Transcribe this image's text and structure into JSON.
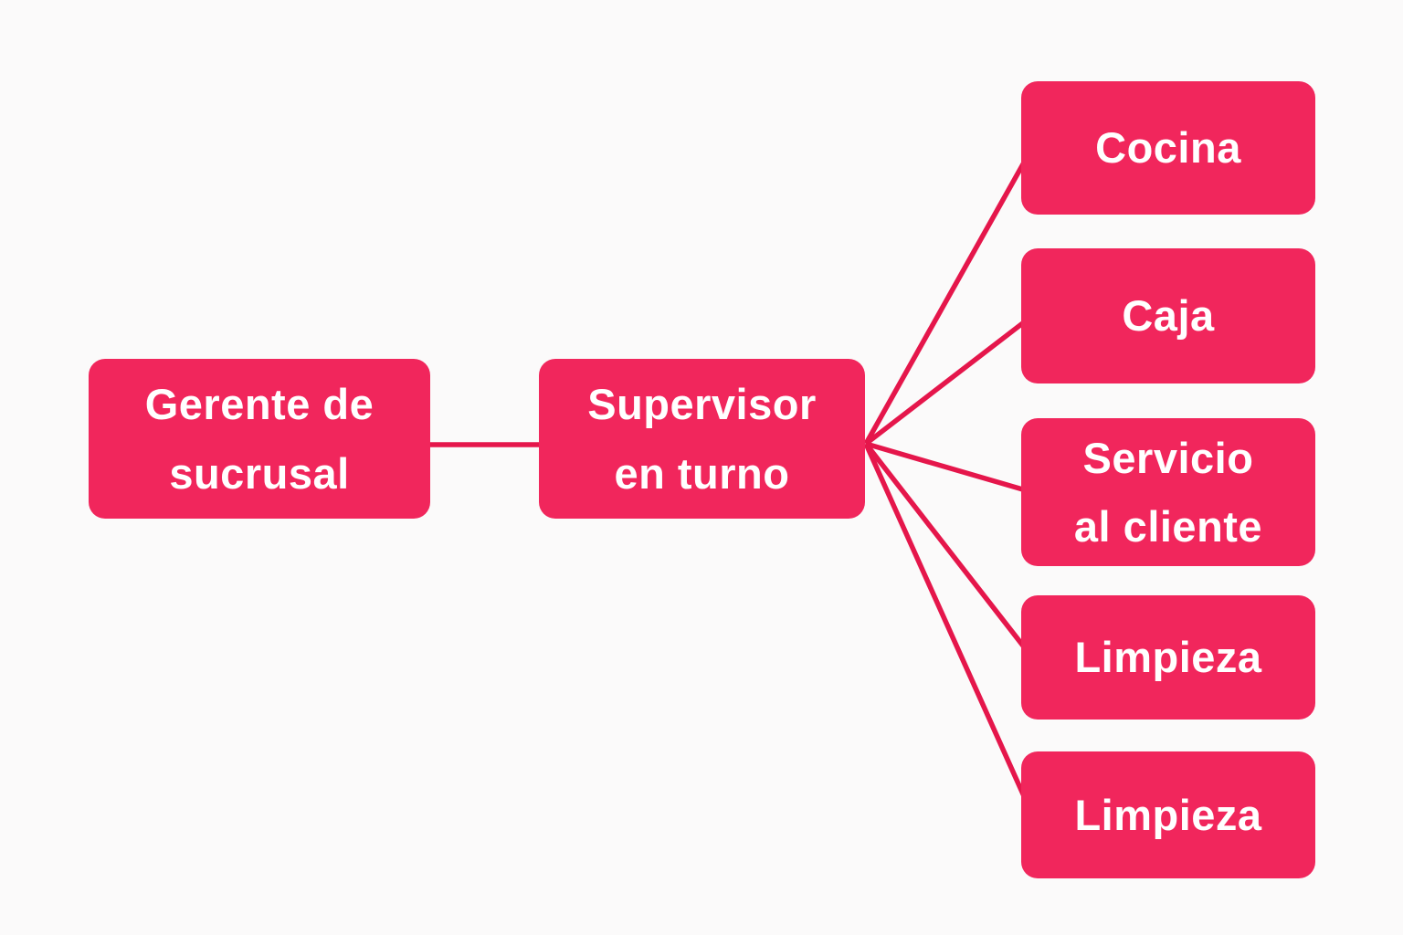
{
  "diagram": {
    "type": "org-chart",
    "colors": {
      "background": "#FBFAFA",
      "node_fill": "#F1265C",
      "connector": "#E5164B",
      "node_text": "#FFFFFF"
    },
    "nodes": [
      {
        "id": "gerente-de-sucrusal",
        "label": "Gerente de\nsucrusal"
      },
      {
        "id": "supervisor-en-turno",
        "label": "Supervisor\nen turno"
      },
      {
        "id": "cocina",
        "label": "Cocina"
      },
      {
        "id": "caja",
        "label": "Caja"
      },
      {
        "id": "servicio-al-cliente",
        "label": "Servicio\nal cliente"
      },
      {
        "id": "limpieza-1",
        "label": "Limpieza"
      },
      {
        "id": "limpieza-2",
        "label": "Limpieza"
      }
    ],
    "edges": [
      {
        "from": "gerente-de-sucrusal",
        "to": "supervisor-en-turno"
      },
      {
        "from": "supervisor-en-turno",
        "to": "cocina"
      },
      {
        "from": "supervisor-en-turno",
        "to": "caja"
      },
      {
        "from": "supervisor-en-turno",
        "to": "servicio-al-cliente"
      },
      {
        "from": "supervisor-en-turno",
        "to": "limpieza-1"
      },
      {
        "from": "supervisor-en-turno",
        "to": "limpieza-2"
      }
    ]
  }
}
